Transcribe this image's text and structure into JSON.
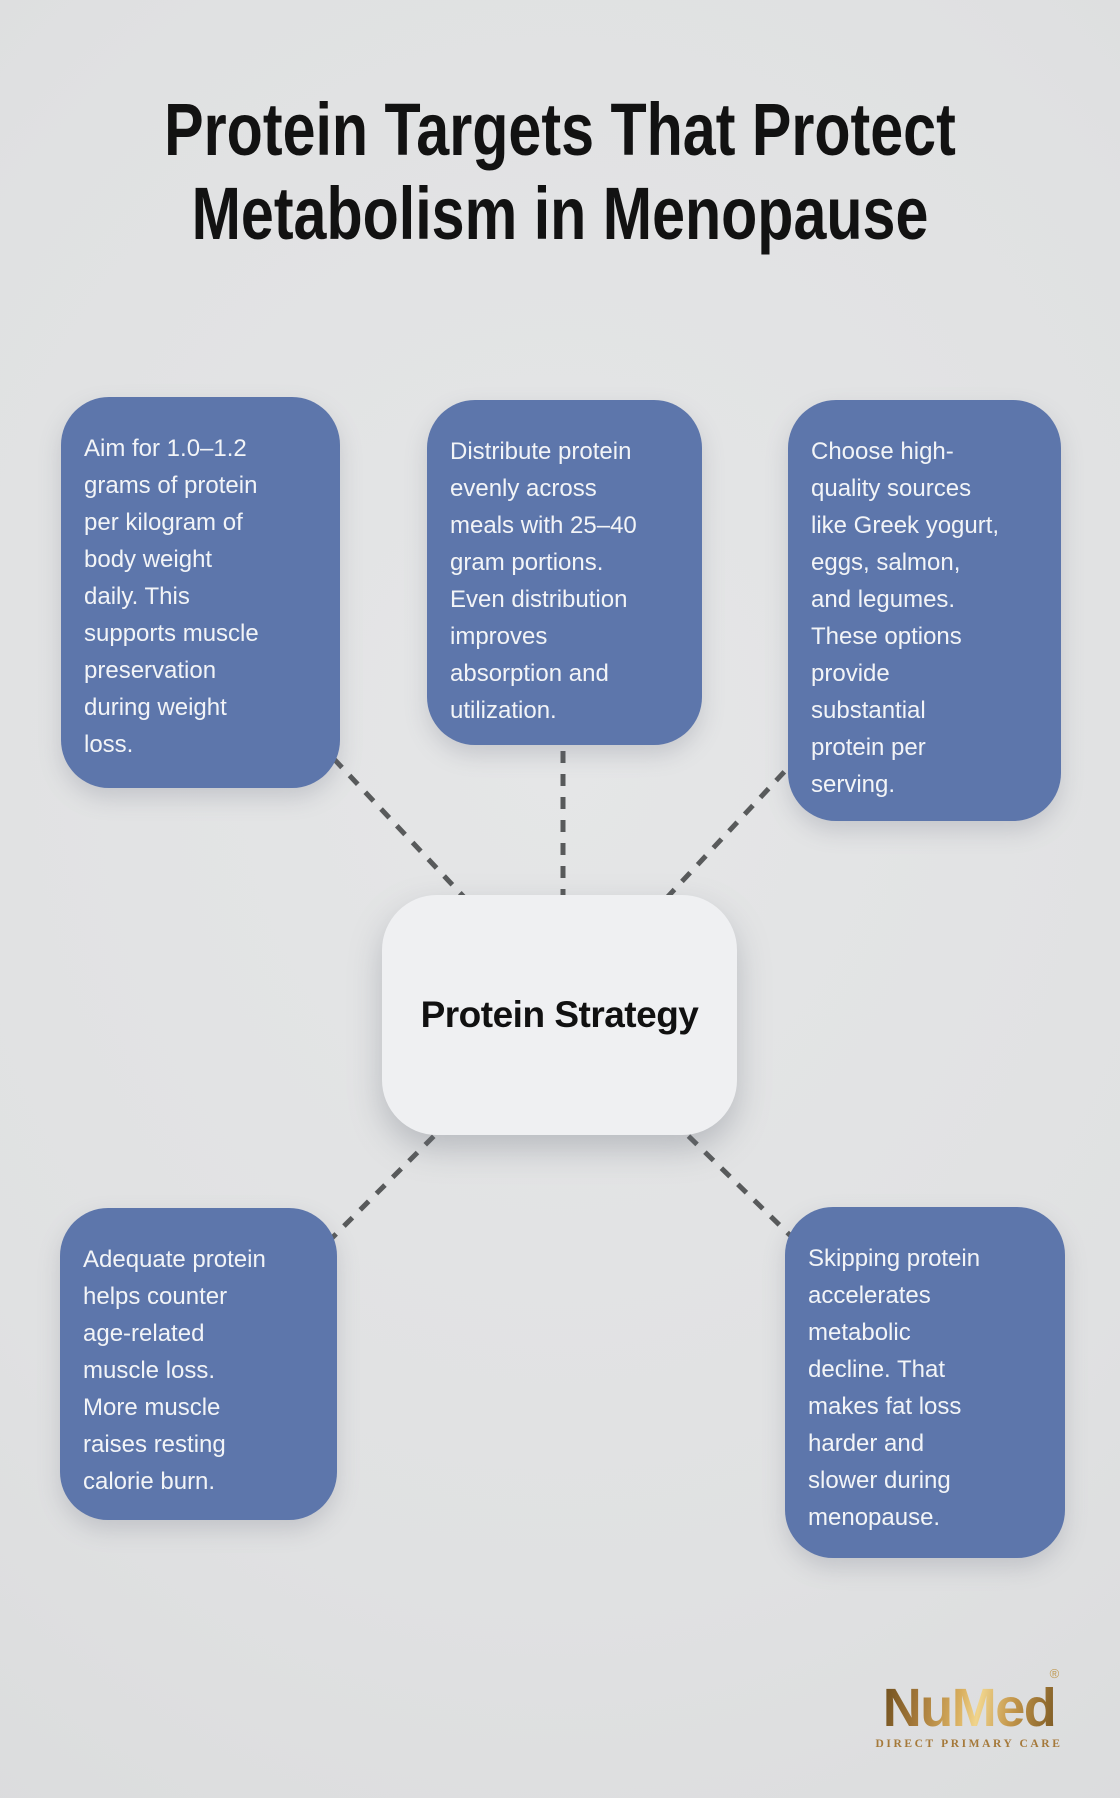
{
  "title": {
    "text": "Protein Targets That Protect\nMetabolism in Menopause"
  },
  "center_node": {
    "label": "Protein Strategy"
  },
  "nodes": [
    {
      "position": "top-left",
      "text": "Aim for 1.0–1.2\ngrams of protein\nper kilogram of\nbody weight\ndaily. This\nsupports muscle\npreservation\nduring weight\nloss."
    },
    {
      "position": "top-center",
      "text": "Distribute protein\nevenly across\nmeals with 25–40\ngram portions.\nEven distribution\nimproves\nabsorption and\nutilization."
    },
    {
      "position": "top-right",
      "text": "Choose high-\nquality sources\nlike Greek yogurt,\neggs, salmon,\nand legumes.\nThese options\nprovide\nsubstantial\nprotein per\nserving."
    },
    {
      "position": "bottom-left",
      "text": "Adequate protein\nhelps counter\nage-related\nmuscle loss.\nMore muscle\nraises resting\ncalorie burn."
    },
    {
      "position": "bottom-right",
      "text": "Skipping protein\naccelerates\nmetabolic\ndecline. That\nmakes fat loss\nharder and\nslower during\nmenopause."
    }
  ],
  "logo": {
    "brand": "NuMed",
    "registered_mark": "®",
    "tagline": "DIRECT PRIMARY CARE"
  },
  "colors": {
    "background": "#dfe0e1",
    "node_fill": "#5d76ab",
    "node_text": "#f2f4f7",
    "center_fill": "#eff0f2",
    "center_text": "#111111",
    "connector": "#585a5b",
    "title_text": "#121212",
    "logo_gold": "#b08740"
  }
}
